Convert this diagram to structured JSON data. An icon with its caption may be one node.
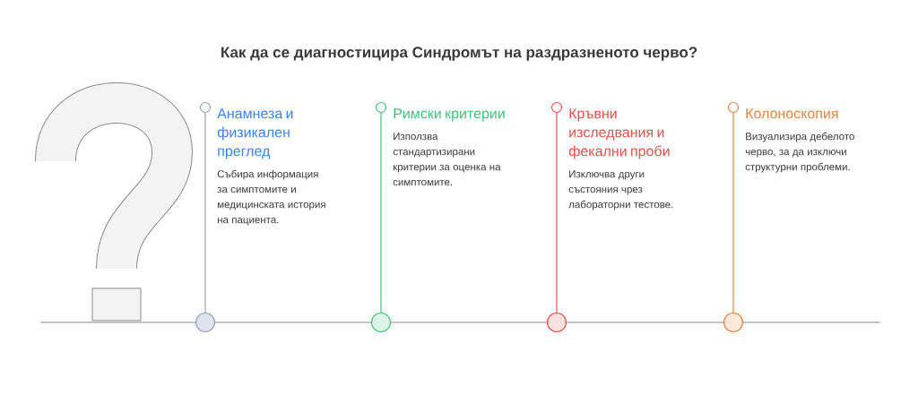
{
  "diagram": {
    "title": "Как да се диагностицира Синдромът на раздразненото черво?",
    "nodes": [
      {
        "text": [
          "Анамнеза и физикален преглед",
          "Събира информация за симптомите и медицинската история на пациента."
        ]
      },
      {
        "text": [
          "Римски критерии",
          "Използва стандартизирани критерии за оценка на симптомите."
        ]
      },
      {
        "text": [
          "Кръвни изследвания и фекални проби",
          "Изключва други състояния чрез лабораторни тестове."
        ]
      },
      {
        "text": [
          "Колоноскопия",
          "Визуализира дебелото черво, за да изключи структурни проблеми."
        ]
      },
      {
        "text": [],
        "shape": "circle"
      },
      {
        "text": [],
        "shape": "circle"
      },
      {
        "text": [],
        "shape": "circle"
      },
      {
        "text": [],
        "shape": "circle"
      },
      {
        "text": [],
        "shape": "circle"
      },
      {
        "text": [],
        "shape": "circle"
      },
      {
        "text": [],
        "shape": "circle"
      },
      {
        "text": [],
        "shape": "circle"
      }
    ],
    "edges": [
      {
        "from": 8,
        "to": 4,
        "arrow": "none",
        "color": "#9aa0a8"
      },
      {
        "from": 9,
        "to": 5,
        "arrow": "none",
        "color": "#3cc47c"
      },
      {
        "from": 10,
        "to": 6,
        "arrow": "none",
        "color": "#e8504a"
      },
      {
        "from": 11,
        "to": 7,
        "arrow": "none",
        "color": "#e8843a"
      }
    ]
  }
}
